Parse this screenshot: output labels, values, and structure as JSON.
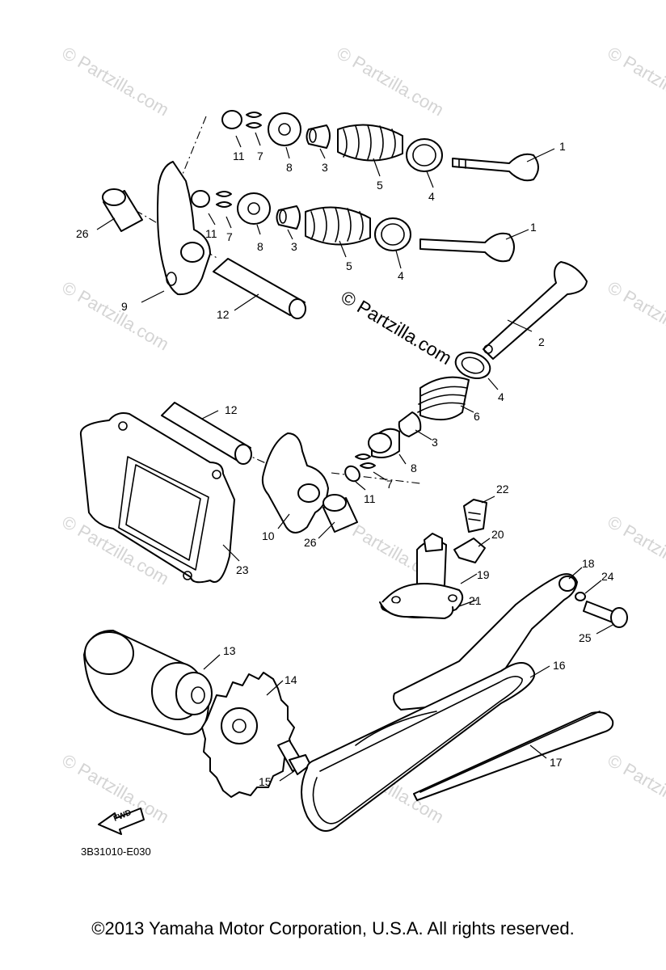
{
  "watermark": {
    "text": "© Partzilla.com",
    "color": "#d4d4d4"
  },
  "center_watermark": "© Partzilla.com",
  "callouts": {
    "c1a": "1",
    "c1b": "1",
    "c2": "2",
    "c3a": "3",
    "c3b": "3",
    "c3c": "3",
    "c4a": "4",
    "c4b": "4",
    "c4c": "4",
    "c5a": "5",
    "c5b": "5",
    "c6": "6",
    "c7a": "7",
    "c7b": "7",
    "c7c": "7",
    "c8a": "8",
    "c8b": "8",
    "c8c": "8",
    "c9": "9",
    "c10": "10",
    "c11a": "11",
    "c11b": "11",
    "c11c": "11",
    "c12a": "12",
    "c12b": "12",
    "c13": "13",
    "c14": "14",
    "c15": "15",
    "c16": "16",
    "c17": "17",
    "c18": "18",
    "c19": "19",
    "c20": "20",
    "c21": "21",
    "c22": "22",
    "c23": "23",
    "c24": "24",
    "c25": "25",
    "c26a": "26",
    "c26b": "26"
  },
  "fwd_label": "FWD",
  "diagram_code": "3B31010-E030",
  "copyright": "©2013  Yamaha Motor Corporation, U.S.A. All rights reserved."
}
